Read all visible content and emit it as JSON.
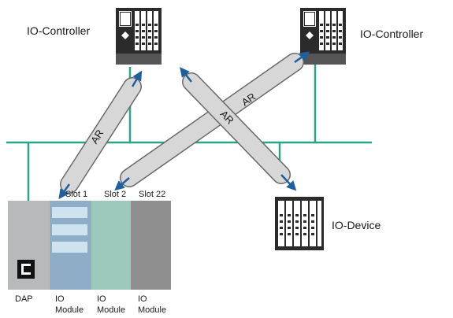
{
  "labels": {
    "controller_left": "IO-Controller",
    "controller_right": "IO-Controller",
    "device": "IO-Device"
  },
  "tubes": [
    {
      "label": "AR"
    },
    {
      "label": "AR"
    },
    {
      "label": "AR"
    }
  ],
  "slots": {
    "slot1": "Slot 1",
    "slot2": "Slot 2",
    "slot22": "Slot 22"
  },
  "modules": {
    "dap": "DAP",
    "module1": [
      "IO",
      "Module"
    ],
    "module2": [
      "IO",
      "Module"
    ],
    "module3": [
      "IO",
      "Module"
    ]
  },
  "colors": {
    "bus": "#2aa58a",
    "arrow": "#1f5f9e",
    "tube_fill": "#d7d7d7",
    "tube_stroke": "#6a6a6a",
    "device_dark": "#2b2b2b",
    "dap": "#b8b9ba",
    "io_module_1": "#8eaec8",
    "io_module_2": "#9cc9bc",
    "io_module_3": "#8f8f8f",
    "slot_window": "#cfe3ee"
  },
  "icons": {
    "controller": "plc-rack-icon",
    "device": "io-device-rack-icon",
    "dap_port": "dap-port-icon"
  }
}
